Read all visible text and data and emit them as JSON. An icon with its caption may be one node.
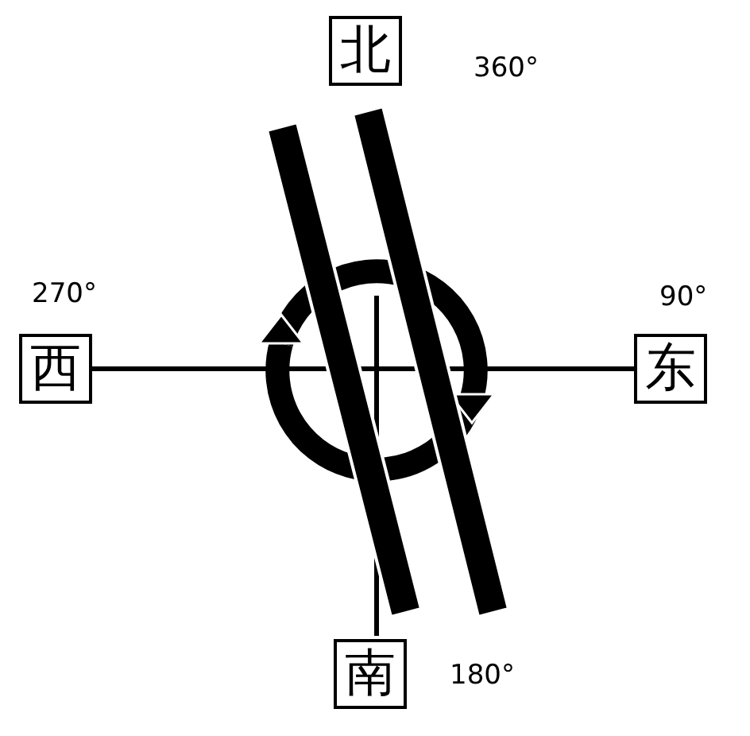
{
  "diagram": {
    "nodes": [
      {
        "text": [
          "北"
        ],
        "beside": [
          "360°"
        ]
      },
      {
        "text": [
          "西"
        ],
        "beside": [
          "270°"
        ]
      },
      {
        "text": [
          "东"
        ],
        "beside": [
          "90°"
        ]
      },
      {
        "text": [
          "南"
        ],
        "beside": [
          "180°"
        ]
      }
    ],
    "edges": [
      {
        "from": 1,
        "to": 2,
        "arrow": "none"
      }
    ]
  }
}
